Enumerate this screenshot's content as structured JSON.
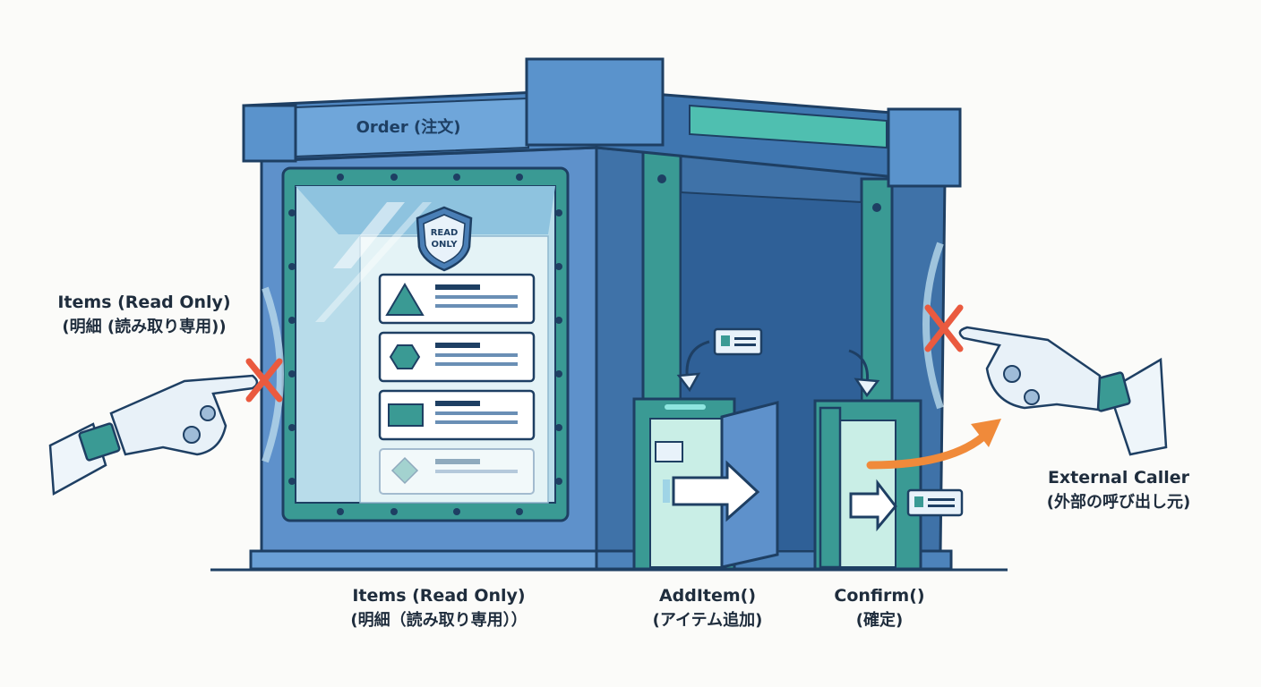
{
  "box": {
    "title": "Order (注文)",
    "shield": [
      "READ",
      "ONLY"
    ]
  },
  "labels": {
    "left_items": {
      "line1": "Items (Read Only)",
      "line2": "(明細 (読み取り専用))"
    },
    "bottom_items": {
      "line1": "Items (Read Only)",
      "line2": "(明細（読み取り専用））"
    },
    "add_item": {
      "line1": "AddItem()",
      "line2": "(アイテム追加)"
    },
    "confirm": {
      "line1": "Confirm()",
      "line2": "(確定)"
    },
    "external": {
      "line1": "External Caller",
      "line2": "(外部の呼び出し元)"
    }
  },
  "icons": [
    "lock-window",
    "shield-icon",
    "triangle-icon",
    "hexagon-icon",
    "rectangle-icon",
    "diamond-icon",
    "robot-hand-icon",
    "x-mark-icon",
    "arrow-icon",
    "door-icon",
    "card-icon"
  ],
  "colors": {
    "body": "#5b8fc9",
    "teal": "#3aa39a",
    "outline": "#1e3f63",
    "orange": "#f08a3a",
    "red": "#ea5a3f"
  }
}
